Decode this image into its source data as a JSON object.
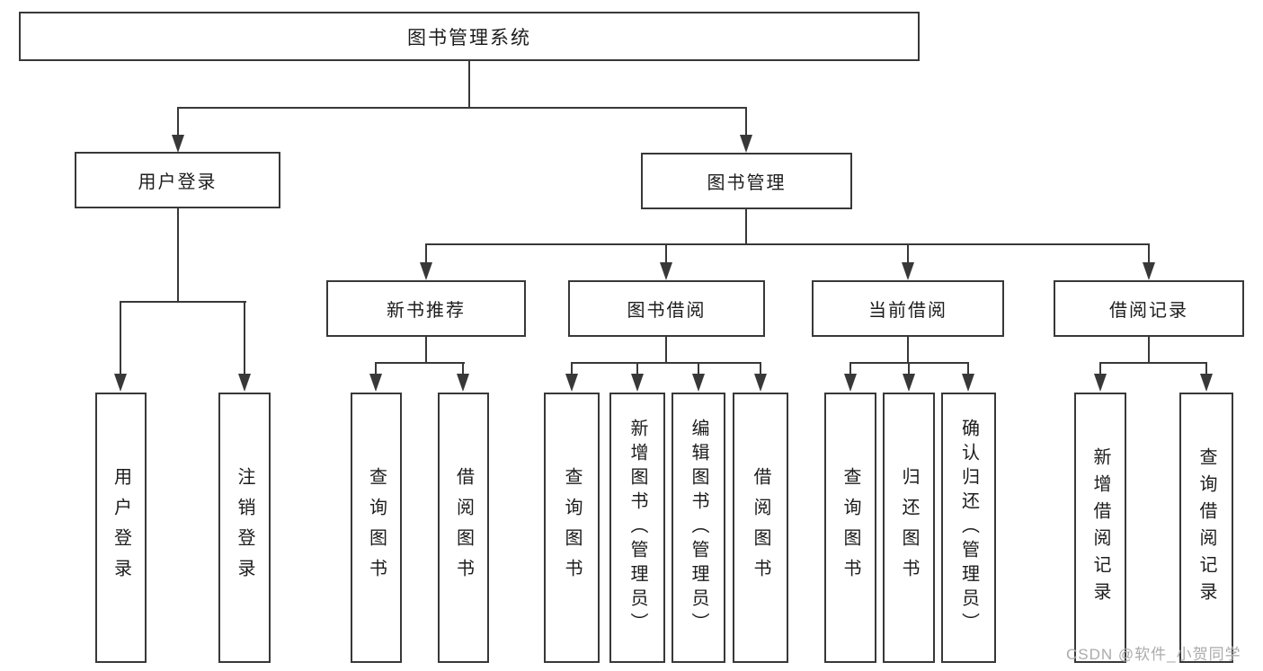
{
  "title": {
    "label": "图书管理系统"
  },
  "level2": {
    "user_login": "用户登录",
    "book_mgmt": "图书管理"
  },
  "level3": {
    "new_book": "新书推荐",
    "book_borrow": "图书借阅",
    "current_borrow": "当前借阅",
    "borrow_record": "借阅记录"
  },
  "leaves": {
    "user_login": [
      "用户登录",
      "注销登录"
    ],
    "new_book": [
      "查询图书",
      "借阅图书"
    ],
    "book_borrow": [
      "查询图书",
      "新增图书（管理员）",
      "编辑图书（管理员）",
      "借阅图书"
    ],
    "current_borrow": [
      "查询图书",
      "归还图书",
      "确认归还（管理员）"
    ],
    "borrow_record": [
      "新增借阅记录",
      "查询借阅记录"
    ]
  },
  "watermark": "CSDN @软件_小贺同学",
  "colors": {
    "line": "#383838",
    "box_border": "#383838",
    "text": "#1c1c1c",
    "watermark": "#ababab",
    "background": "#ffffff"
  }
}
